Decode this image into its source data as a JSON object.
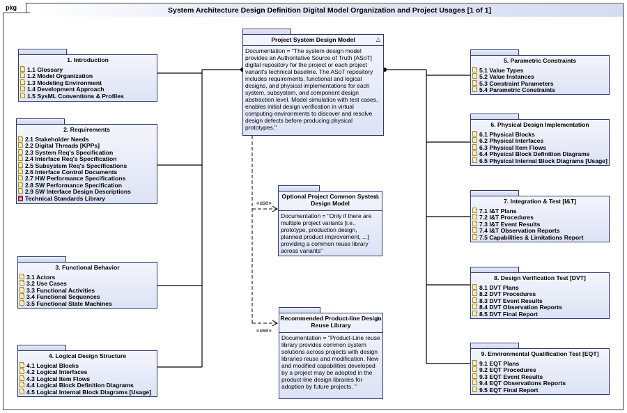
{
  "frame": {
    "tab_label": "pkg",
    "title": "System Architecture Design Definition Digital Model Organization and Project Usages [1 of 1]"
  },
  "center": {
    "main": {
      "title": "Project System Design Model",
      "collapse_glyph": "△",
      "documentation": "Documentation = \"The system design model provides an Authoritative Source of Truth [ASoT] digital repository for the project or each project variant's technical baseline.  The ASoT repository includes requirements, functional and logical designs, and physical implementations for each system, subsystem, and component design abstraction level. Model simulation with test cases, enables initial design verification in virtual computing environments to discover and resolve design defects before producing physical prototypes.\""
    },
    "common": {
      "title": "Optional Project Common System Design Model",
      "collapse_glyph": "△",
      "documentation": "Documentation = \"Only if there are multiple project variants [i.e., prototype, production design, planned product improvement, ...] providing a common reuse library across variants\""
    },
    "reuse": {
      "title": "Recommended Product-line Design Reuse Library",
      "collapse_glyph": "△",
      "documentation": "Documentation = \"Product-Line reuse library provides common system solutions across projects with design libraries reuse and modification.  New and modified capabilities developed by a project may be adopted in the product-line design libraries for adoption by future projects. \""
    },
    "use_label_1": "«use»",
    "use_label_2": "«use»"
  },
  "left_packages": [
    {
      "title": "1. Introduction",
      "items": [
        "1.1 Glossary",
        "1.2 Model Organization",
        "1.3 Modeling Environment",
        "1.4 Development Approach",
        "1.5 SysML Conventions & Profiles"
      ]
    },
    {
      "title": "2. Requirements",
      "items": [
        "2.1 Stakeholder Needs",
        "2.2 Digital Threads [KPPs]",
        "2.3 System Req's Specification",
        "2.4 Interface Req's Specification",
        "2.5 Subsystem Req's Specifications",
        "2.6 Interface Control Documents",
        "2.7 HW Performance Specifications",
        "2.8 SW Performance Specification",
        "2.9 SW Interface Design Descriptions"
      ],
      "library": "Technical Standards Library"
    },
    {
      "title": "3. Functional Behavior",
      "items": [
        "3.1 Actors",
        "3.2 Use Cases",
        "3.3 Functional Activities",
        "3.4 Functional Sequences",
        "3.5 Functional State Machines"
      ]
    },
    {
      "title": "4. Logical Design Structure",
      "items": [
        "4.1 Logical Blocks",
        "4.2 Logical Interfaces",
        "4.3 Logical Item Flows",
        "4.4 Logical Block Definition Diagrams",
        "4.5 Logical Internal Block Diagrams [Usage]"
      ]
    }
  ],
  "right_packages": [
    {
      "title": "5. Parametric Constraints",
      "items": [
        "5.1 Value Types",
        "5.2 Value Instances",
        "5.3 Constraint Parameters",
        "5.4 Parametric Constraints"
      ]
    },
    {
      "title": "6. Physical Design Implementation",
      "items": [
        "6.1 Physical Blocks",
        "6.2 Physical Interfaces",
        "6.3 Physical Item Flows",
        "6.4 Physical Block Definition Diagrams",
        "6.5 Physical Internal Block Diagrams [Usage]"
      ]
    },
    {
      "title": "7. Integration & Test [I&T]",
      "items": [
        "7.1 I&T Plans",
        "7.2 I&T Procedures",
        "7.3 I&T Event Results",
        "7.4 I&T Observation Reports",
        "7.5 Capabilities & Limitations Report"
      ]
    },
    {
      "title": "8. Design Verification Test [DVT]",
      "items": [
        "8.1 DVT Plans",
        "8.2 DVT Procedures",
        "8.3 DVT Event Results",
        "8.4 DVT Observation Reports",
        "8.5 DVT Final Report"
      ]
    },
    {
      "title": "9. Environmental Qualification Test [EQT]",
      "items": [
        "9.1 EQT Plans",
        "9.2 EQT Procedures",
        "9.3 EQT Event Results",
        "9.4 EQT Observations Reports",
        "9.5 EQT Final Report"
      ]
    }
  ]
}
